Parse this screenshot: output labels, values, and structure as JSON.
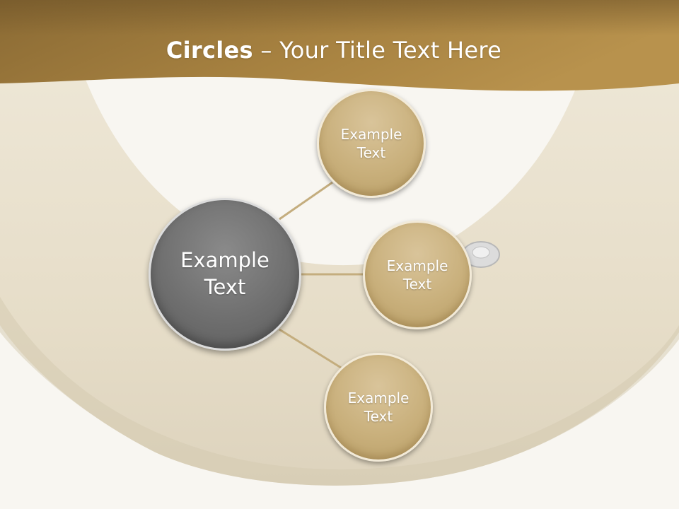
{
  "title": {
    "bold": "Circles",
    "rest": " – Your Title Text Here"
  },
  "nodes": {
    "main": "Example Text",
    "top": "Example Text",
    "middle": "Example Text",
    "bottom": "Example Text"
  },
  "colors": {
    "header_band": "#a07c3e",
    "main_circle": "#6f6f6f",
    "satellite_circle": "#c9b07c",
    "connector": "#c4ad7e"
  }
}
